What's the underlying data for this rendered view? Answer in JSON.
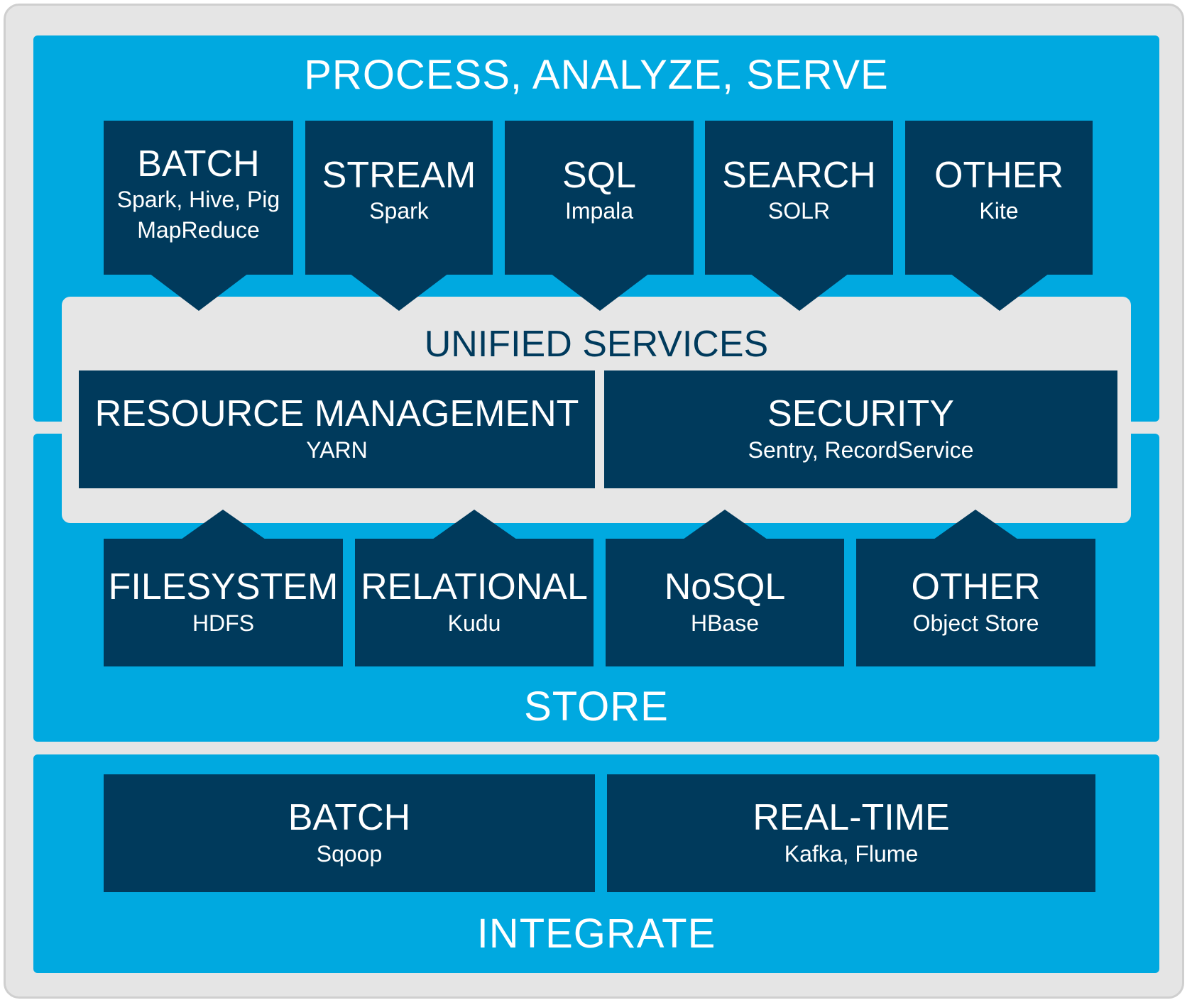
{
  "colors": {
    "frame_bg": "#e5e5e5",
    "section_bg": "#00a9e0",
    "box_bg": "#003a5c",
    "unified_bg": "#e6e6e6",
    "text_light": "#ffffff"
  },
  "process": {
    "title": "PROCESS, ANALYZE, SERVE",
    "items": [
      {
        "title": "BATCH",
        "sub": "Spark, Hive, Pig\nMapReduce"
      },
      {
        "title": "STREAM",
        "sub": "Spark"
      },
      {
        "title": "SQL",
        "sub": "Impala"
      },
      {
        "title": "SEARCH",
        "sub": "SOLR"
      },
      {
        "title": "OTHER",
        "sub": "Kite"
      }
    ]
  },
  "unified": {
    "title": "UNIFIED SERVICES",
    "items": [
      {
        "title": "RESOURCE MANAGEMENT",
        "sub": "YARN"
      },
      {
        "title": "SECURITY",
        "sub": "Sentry, RecordService"
      }
    ]
  },
  "store": {
    "title": "STORE",
    "items": [
      {
        "title": "FILESYSTEM",
        "sub": "HDFS"
      },
      {
        "title": "RELATIONAL",
        "sub": "Kudu"
      },
      {
        "title": "NoSQL",
        "sub": "HBase"
      },
      {
        "title": "OTHER",
        "sub": "Object Store"
      }
    ]
  },
  "integrate": {
    "title": "INTEGRATE",
    "items": [
      {
        "title": "BATCH",
        "sub": "Sqoop"
      },
      {
        "title": "REAL-TIME",
        "sub": "Kafka, Flume"
      }
    ]
  }
}
